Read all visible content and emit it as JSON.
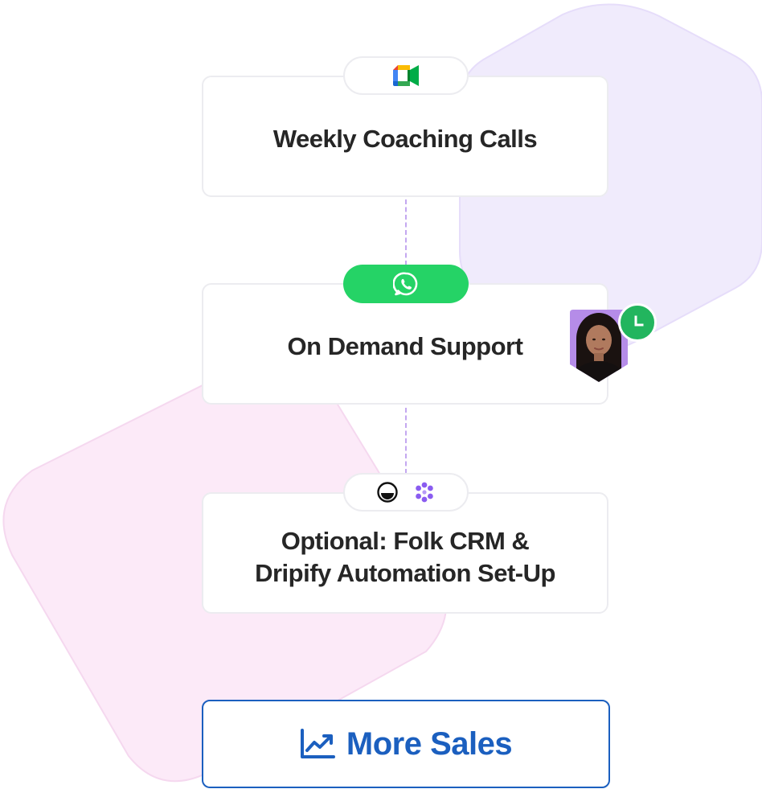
{
  "steps": [
    {
      "title_lines": [
        "Weekly Coaching Calls"
      ],
      "badge_icons": [
        "google-meet-icon"
      ]
    },
    {
      "title_lines": [
        "On Demand Support"
      ],
      "badge_icons": [
        "whatsapp-icon"
      ]
    },
    {
      "title_lines": [
        "Optional: Folk CRM &",
        "Dripify Automation Set-Up"
      ],
      "badge_icons": [
        "folk-crm-icon",
        "dripify-icon"
      ]
    }
  ],
  "result": {
    "label": "More Sales",
    "icon": "trending-up-icon"
  },
  "colors": {
    "accent_blue": "#1b5fbf",
    "whatsapp_green": "#25d366",
    "status_green": "#22b55e",
    "connector_purple": "#c4a8f0",
    "shape_lavender": "#f0ebfc",
    "shape_pink": "#fceaf8",
    "card_border": "#ececf0",
    "text_dark": "#262626"
  }
}
